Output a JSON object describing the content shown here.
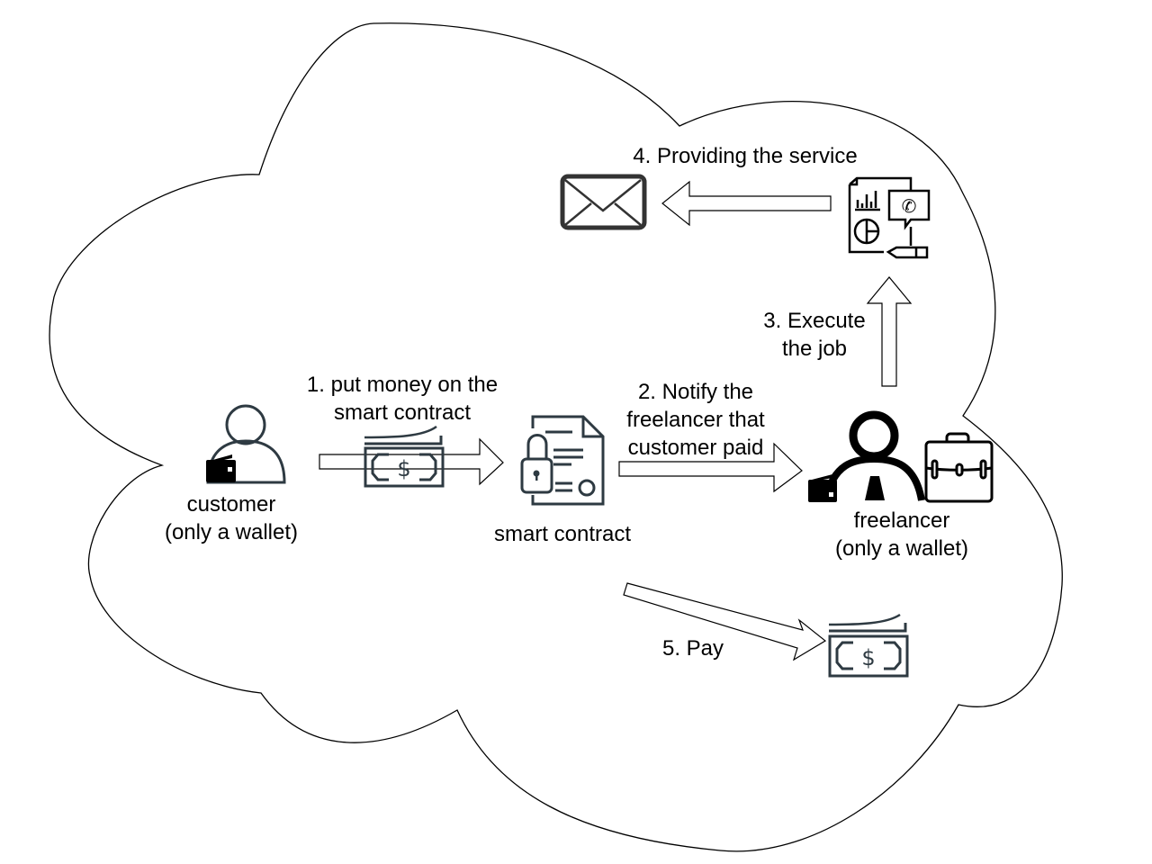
{
  "diagram": {
    "container": "cloud",
    "nodes": {
      "customer": {
        "line1": "customer",
        "line2": "(only a wallet)"
      },
      "smart_contract": {
        "label": "smart contract"
      },
      "freelancer": {
        "line1": "freelancer",
        "line2": "(only a wallet)"
      }
    },
    "steps": {
      "step1": {
        "line1": "1. put money on the",
        "line2": "smart contract"
      },
      "step2": {
        "line1": "2. Notify the",
        "line2": "freelancer that",
        "line3": "customer paid"
      },
      "step3": {
        "line1": "3. Execute",
        "line2": "the job"
      },
      "step4": {
        "line1": "4. Providing the service"
      },
      "step5": {
        "line1": "5. Pay"
      }
    },
    "icons": {
      "customer": "person-with-wallet-icon",
      "money_1": "money-bill-icon",
      "contract": "smart-contract-lock-icon",
      "freelancer": "businessman-with-wallet-icon",
      "briefcase": "briefcase-icon",
      "service": "report-document-icon",
      "envelope": "envelope-icon",
      "money_2": "money-bill-icon"
    },
    "colors": {
      "outline": "#000000",
      "icon_dark": "#2e3a42",
      "icon_black": "#000000",
      "envelope": "#333333"
    }
  }
}
